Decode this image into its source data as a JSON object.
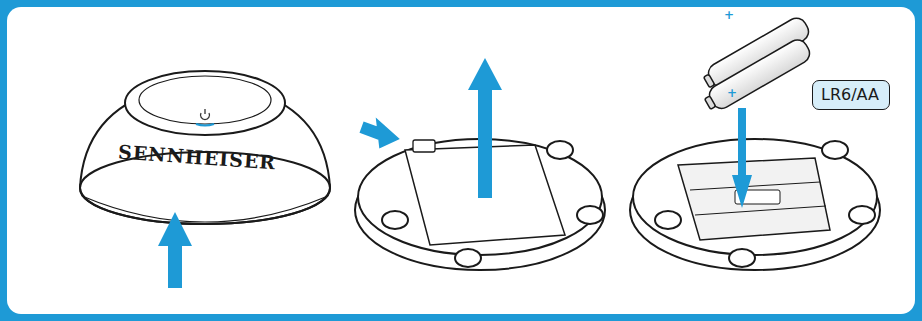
{
  "diagram": {
    "nodes": [
      {
        "text": [
          "LR6/AA"
        ]
      }
    ],
    "labels": [
      "SENNHEISER",
      "+",
      "+"
    ]
  }
}
